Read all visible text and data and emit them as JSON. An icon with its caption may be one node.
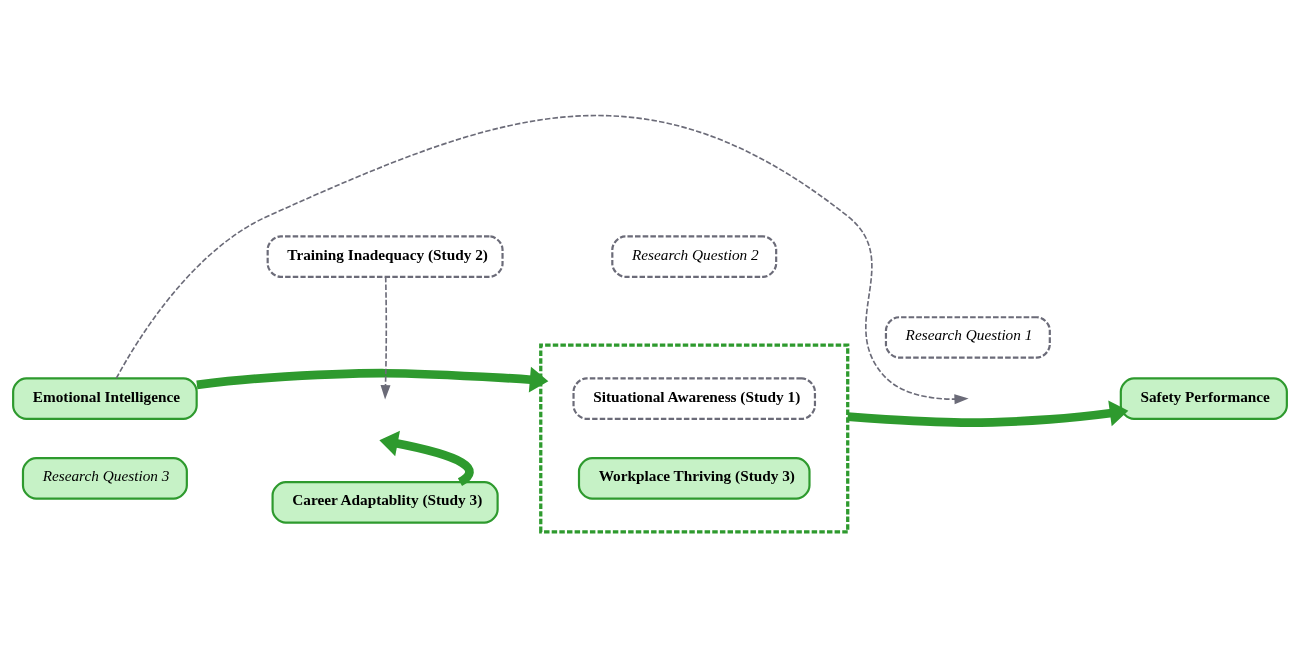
{
  "diagram": {
    "nodes": [
      {
        "text": [
          "Emotional Intelligence"
        ]
      },
      {
        "text": [
          "Training Inadequacy (Study 2)"
        ]
      },
      {
        "text": [
          "Research Question 2"
        ]
      },
      {
        "text": [],
        "shape": "box"
      },
      {
        "text": [
          "Situational Awareness (Study 1)"
        ],
        "in": 3
      },
      {
        "text": [
          "Workplace Thriving (Study 3)"
        ],
        "in": 3
      },
      {
        "text": [
          "Research Question 1"
        ]
      },
      {
        "text": [
          "Safety Performance"
        ]
      },
      {
        "text": [
          "Research Question 3"
        ]
      },
      {
        "text": [
          "Career Adaptablity (Study 3)"
        ]
      }
    ],
    "edges": [
      {
        "from": 0,
        "to": 3,
        "arrow": "to"
      },
      {
        "from": 3,
        "to": 7,
        "arrow": "to"
      },
      {
        "from": 1,
        "to": null,
        "arrow": "to",
        "style": "dashed",
        "color": "#6b6b78"
      },
      {
        "from": 9,
        "to": null,
        "arrow": "to"
      },
      {
        "from": 0,
        "to": null,
        "arrow": "to",
        "style": "dashed",
        "color": "#6b6b78"
      }
    ]
  }
}
